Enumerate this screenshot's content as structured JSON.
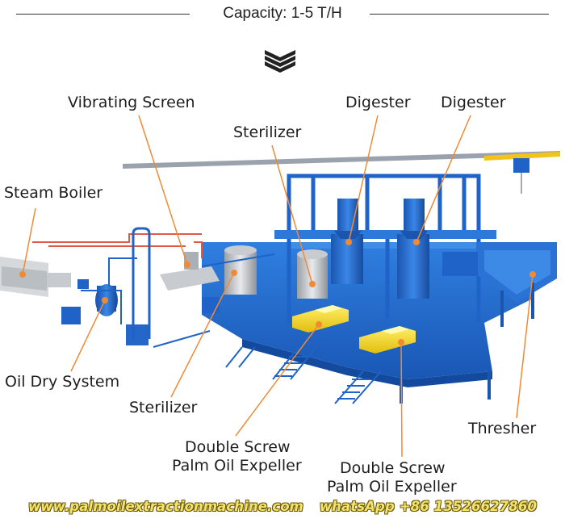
{
  "header": {
    "capacity": "Capacity: 1-5 T/H"
  },
  "labels": {
    "vibrating_screen": "Vibrating Screen",
    "digester_1": "Digester",
    "digester_2": "Digester",
    "sterilizer_top": "Sterilizer",
    "steam_boiler": "Steam Boiler",
    "oil_dry_system": "Oil Dry System",
    "sterilizer_bottom": "Sterilizer",
    "expeller_1_line1": "Double Screw",
    "expeller_1_line2": "Palm Oil Expeller",
    "expeller_2_line1": "Double Screw",
    "expeller_2_line2": "Palm Oil Expeller",
    "thresher": "Thresher"
  },
  "footer": {
    "website": "www.palmoilextractionmachine.com",
    "whatsapp": "whatsApp +86 13526627860"
  },
  "colors": {
    "structure_blue": "#1f63c8",
    "expeller_yellow": "#f2d21a",
    "leader_line": "#f08a35"
  }
}
